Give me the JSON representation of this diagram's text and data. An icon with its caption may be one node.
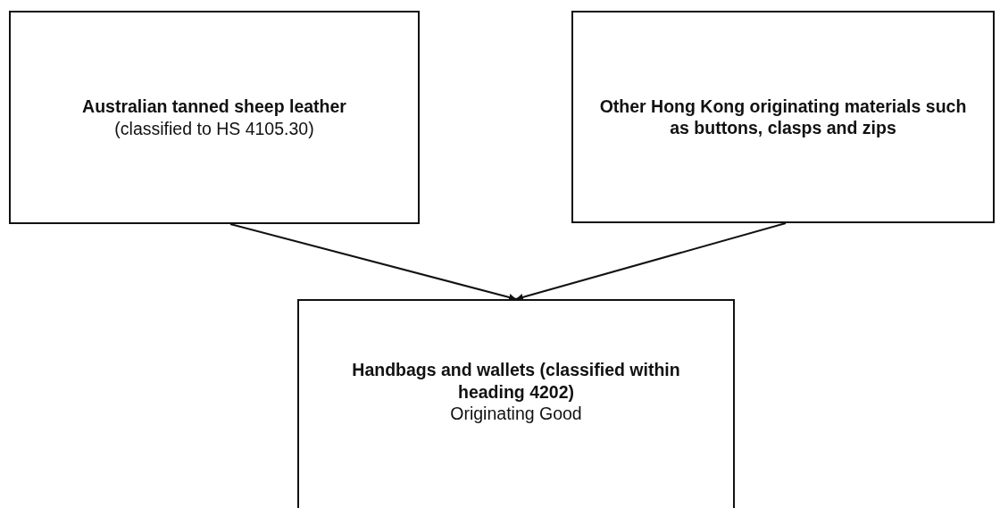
{
  "diagram": {
    "nodes": [
      {
        "text": [
          "Australian tanned sheep leather",
          "(classified to HS 4105.30)"
        ]
      },
      {
        "text": [
          "Other Hong Kong originating materials such as buttons, clasps and zips"
        ]
      },
      {
        "text": [
          "Handbags and wallets (classified within heading 4202)",
          "Originating Good"
        ]
      }
    ],
    "edges": [
      {
        "from": 0,
        "to": 2,
        "arrow": "to"
      },
      {
        "from": 1,
        "to": 2,
        "arrow": "to"
      }
    ]
  }
}
